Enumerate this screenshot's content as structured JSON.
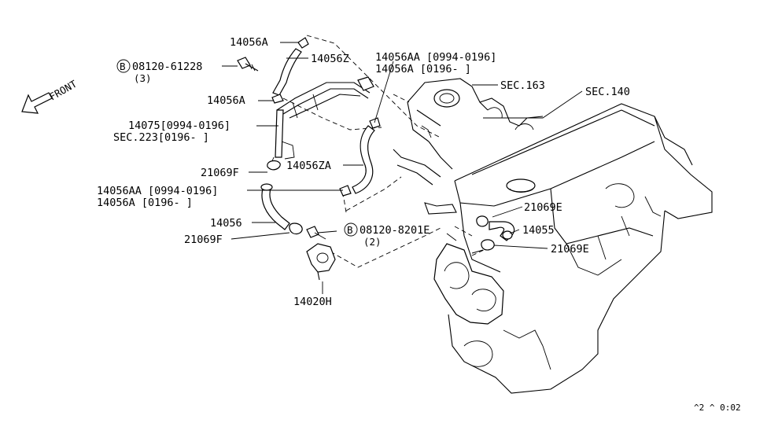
{
  "front_label": "FRONT",
  "callouts": {
    "p14056A_top": "14056A",
    "bolt1_code": "08120-61228",
    "bolt1_qty": "(3)",
    "bolt_symbol": "B",
    "p14056Z": "14056Z",
    "p14056AA_top": "14056AA [0994-0196]",
    "p14056A_top_alt": "14056A  [0196-    ]",
    "sec163": "SEC.163",
    "sec140": "SEC.140",
    "p14056A_mid": "14056A",
    "p14075": "14075[0994-0196]",
    "sec223": "SEC.223[0196-    ]",
    "p21069F_top": "21069F",
    "p14056ZA": "14056ZA",
    "p14056AA_low": "14056AA [0994-0196]",
    "p14056A_low": "14056A  [0196-    ]",
    "p21069E_top": "21069E",
    "p14056": "14056",
    "bolt2_code": "08120-8201E",
    "bolt2_qty": "(2)",
    "p14055": "14055",
    "p21069F_low": "21069F",
    "p21069E_low": "21069E",
    "p14020H": "14020H"
  },
  "diagram_ref": "^2 ^ 0:02"
}
